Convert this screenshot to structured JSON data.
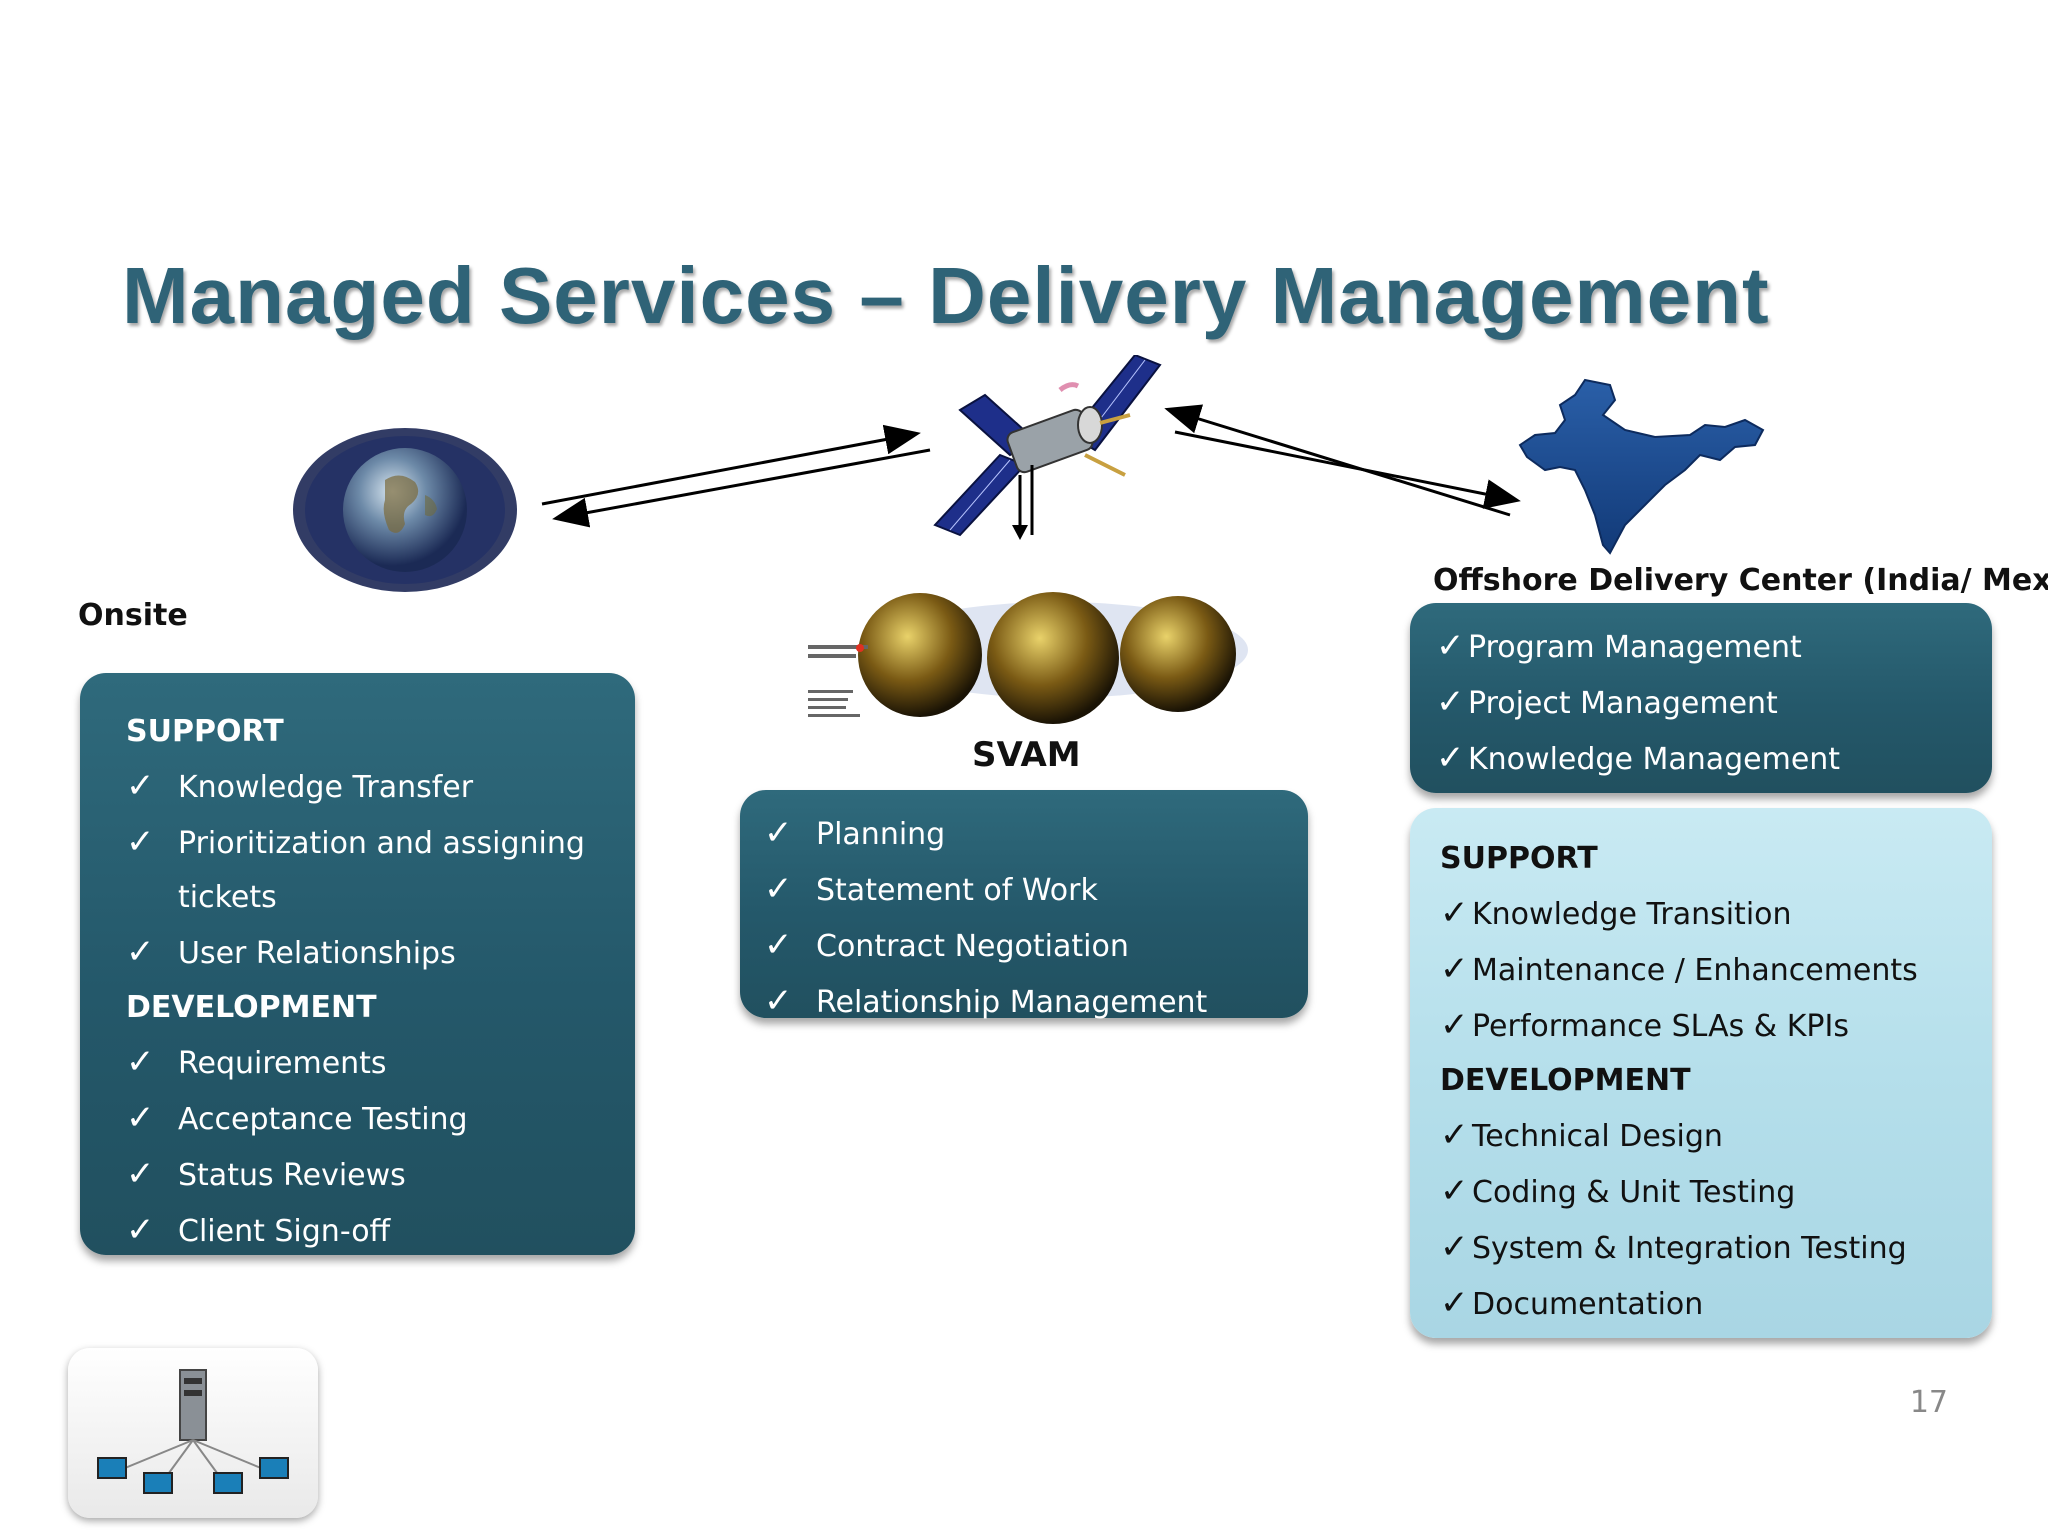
{
  "slide": {
    "title": "Managed Services – Delivery Management",
    "page_number": "17"
  },
  "onsite": {
    "label": "Onsite",
    "support_heading": "SUPPORT",
    "support_items": [
      "Knowledge Transfer",
      "Prioritization and assigning",
      "tickets",
      "User Relationships"
    ],
    "development_heading": "DEVELOPMENT",
    "development_items": [
      "Requirements",
      "Acceptance Testing",
      "Status Reviews",
      "Client Sign-off"
    ]
  },
  "svam": {
    "label": "SVAM",
    "items": [
      "Planning",
      "Statement of Work",
      "Contract Negotiation",
      "Relationship Management"
    ]
  },
  "offshore": {
    "label": "Offshore Delivery Center (India/ Mexico)",
    "management_items": [
      "Program Management",
      "Project Management",
      "Knowledge Management"
    ],
    "support_heading": "SUPPORT",
    "support_items": [
      "Knowledge Transition",
      "Maintenance / Enhancements",
      "Performance SLAs & KPIs"
    ],
    "development_heading": "DEVELOPMENT",
    "development_items": [
      "Technical Design",
      "Coding & Unit Testing",
      "System & Integration Testing",
      "Documentation"
    ]
  },
  "icons": {
    "check": "✓",
    "globe": "globe-icon",
    "satellite": "satellite-icon",
    "india_map": "india-map-icon",
    "globes": "world-globes-icon",
    "network": "network-icon"
  },
  "colors": {
    "title": "#2f6377",
    "dark_box": "#24586a",
    "light_box": "#b5dfeb"
  }
}
